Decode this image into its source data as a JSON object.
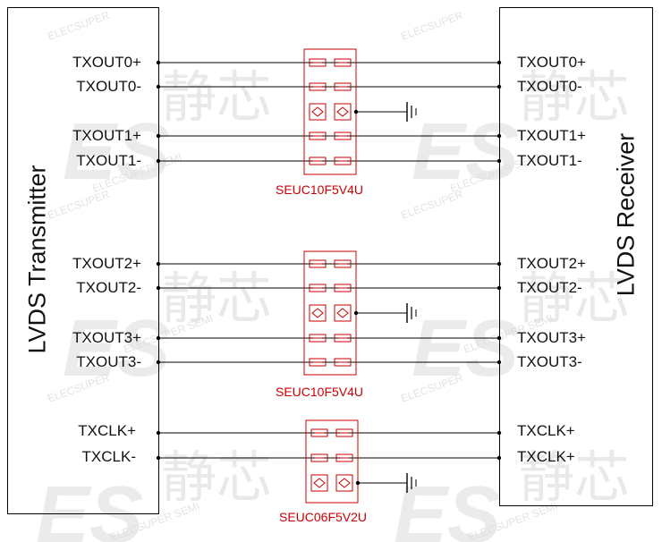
{
  "transmitter": {
    "label": "LVDS Transmitter"
  },
  "receiver": {
    "label": "LVDS Receiver"
  },
  "left_pins": [
    "TXOUT0+",
    "TXOUT0-",
    "TXOUT1+",
    "TXOUT1-",
    "TXOUT2+",
    "TXOUT2-",
    "TXOUT3+",
    "TXOUT3-",
    "TXCLK+",
    "TXCLK-"
  ],
  "right_pins": [
    "TXOUT0+",
    "TXOUT0-",
    "TXOUT1+",
    "TXOUT1-",
    "TXOUT2+",
    "TXOUT2-",
    "TXOUT3+",
    "TXOUT3-",
    "TXCLK+",
    "TXCLK+"
  ],
  "protection_parts": [
    "SEUC10F5V4U",
    "SEUC10F5V4U",
    "SEUC06F5V2U"
  ],
  "watermark": {
    "brand": "ELECSUPER",
    "brand_semi": "ELECSUPER SEMI",
    "logo": "ES",
    "chinese": "静芯"
  },
  "colors": {
    "wire": "#000000",
    "device": "#cc0000",
    "watermark": "#d8d8d8"
  }
}
